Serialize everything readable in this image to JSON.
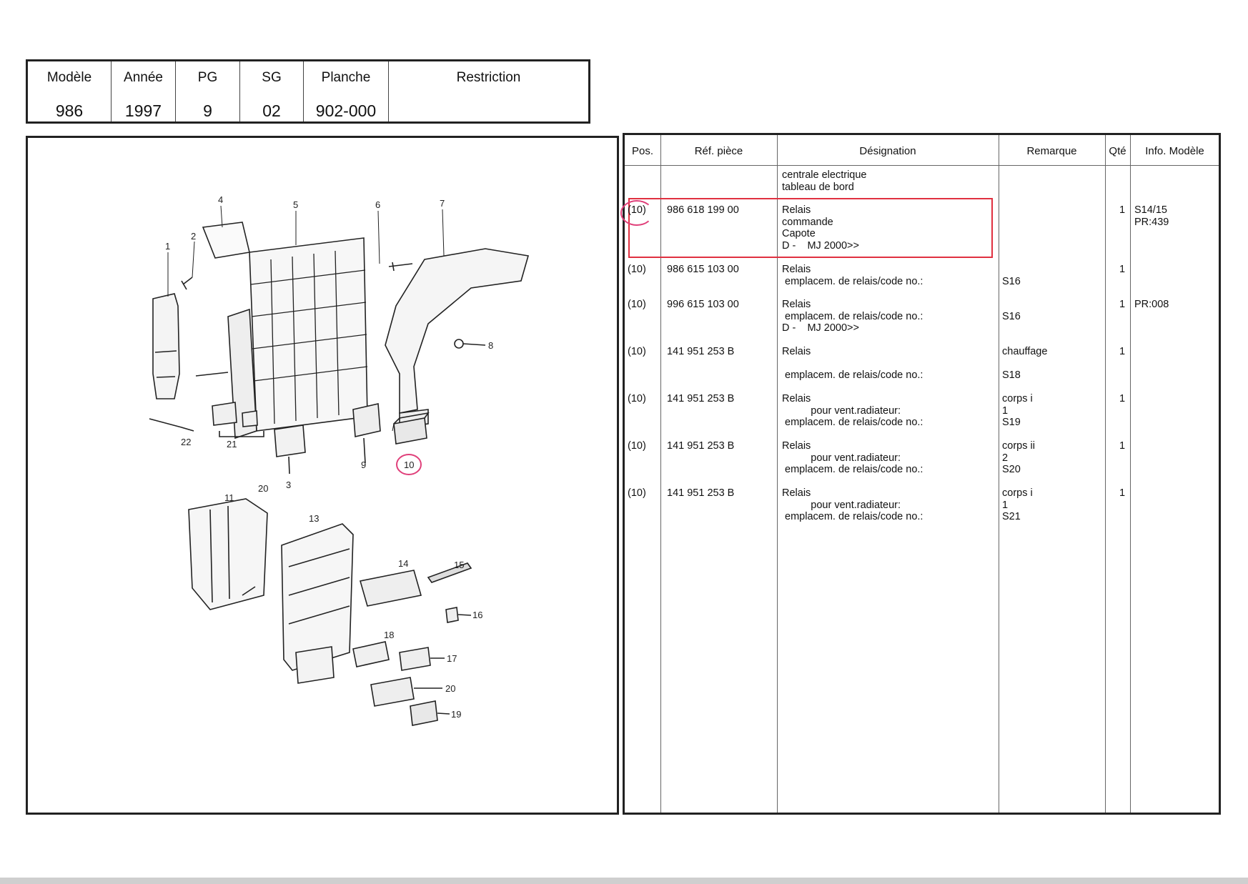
{
  "header": {
    "columns": [
      {
        "label": "Modèle",
        "value": "986"
      },
      {
        "label": "Année",
        "value": "1997"
      },
      {
        "label": "PG",
        "value": "9"
      },
      {
        "label": "SG",
        "value": "02"
      },
      {
        "label": "Planche",
        "value": "902-000"
      },
      {
        "label": "Restriction",
        "value": ""
      }
    ]
  },
  "diagram": {
    "callouts": [
      "1",
      "2",
      "3",
      "4",
      "5",
      "6",
      "7",
      "8",
      "9",
      "10",
      "11",
      "13",
      "14",
      "15",
      "16",
      "17",
      "18",
      "19",
      "20",
      "20",
      "21",
      "22"
    ]
  },
  "parts_table": {
    "headers": {
      "pos": "Pos.",
      "ref": "Réf. pièce",
      "designation": "Désignation",
      "remarque": "Remarque",
      "qte": "Qté",
      "info": "Info. Modèle"
    },
    "rows": [
      {
        "pos": "",
        "ref": "",
        "designation": [
          "centrale electrique",
          "tableau de bord"
        ],
        "remarque": [],
        "qte": "",
        "info": []
      },
      {
        "pos": "(10)",
        "ref": "986 618 199 00",
        "designation": [
          "Relais",
          "commande",
          "Capote",
          "D -    MJ 2000>>"
        ],
        "remarque": [],
        "qte": "1",
        "info": [
          "S14/15",
          "PR:439"
        ]
      },
      {
        "pos": "(10)",
        "ref": "986 615 103 00",
        "designation": [
          "Relais",
          " emplacem. de relais/code no.:"
        ],
        "remarque": [
          "",
          "S16"
        ],
        "qte": "1",
        "info": []
      },
      {
        "pos": "(10)",
        "ref": "996 615 103 00",
        "designation": [
          "Relais",
          " emplacem. de relais/code no.:",
          "D -    MJ 2000>>"
        ],
        "remarque": [
          "",
          "S16"
        ],
        "qte": "1",
        "info": [
          "PR:008"
        ]
      },
      {
        "pos": "(10)",
        "ref": "141 951 253 B",
        "designation": [
          "Relais",
          "",
          " emplacem. de relais/code no.:"
        ],
        "remarque": [
          "chauffage",
          "",
          "S18"
        ],
        "qte": "1",
        "info": []
      },
      {
        "pos": "(10)",
        "ref": "141 951 253 B",
        "designation": [
          "Relais",
          "          pour vent.radiateur:",
          " emplacem. de relais/code no.:"
        ],
        "remarque": [
          "corps i",
          "1",
          "S19"
        ],
        "qte": "1",
        "info": []
      },
      {
        "pos": "(10)",
        "ref": "141 951 253 B",
        "designation": [
          "Relais",
          "          pour vent.radiateur:",
          " emplacem. de relais/code no.:"
        ],
        "remarque": [
          "corps ii",
          "2",
          "S20"
        ],
        "qte": "1",
        "info": []
      },
      {
        "pos": "(10)",
        "ref": "141 951 253 B",
        "designation": [
          "Relais",
          "          pour vent.radiateur:",
          " emplacem. de relais/code no.:"
        ],
        "remarque": [
          "corps i",
          "1",
          "S21"
        ],
        "qte": "1",
        "info": []
      }
    ]
  },
  "colors": {
    "highlight_box": "#e03040",
    "highlight_circle": "#e0407a"
  }
}
